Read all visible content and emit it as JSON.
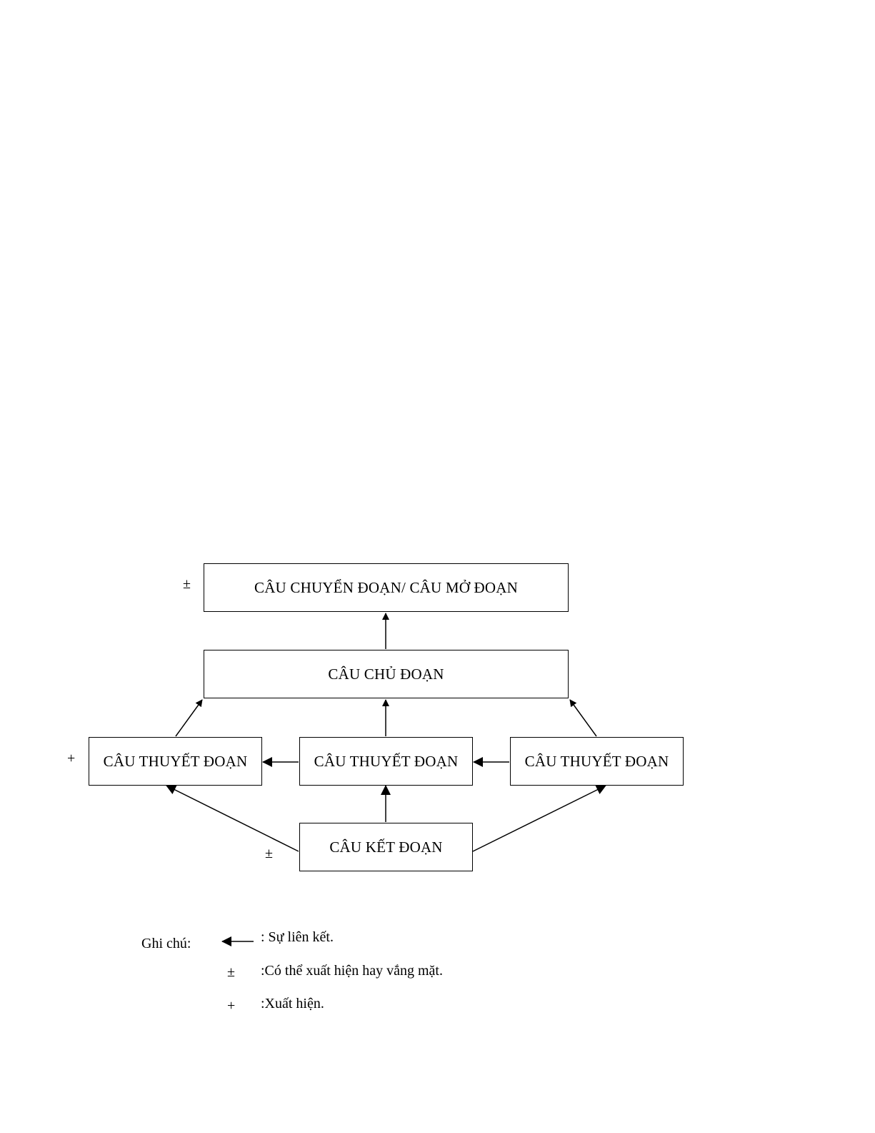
{
  "diagram": {
    "nodes": {
      "transition": "CÂU CHUYỂN ĐOẠN/ CÂU MỞ ĐOẠN",
      "topic": "CÂU CHỦ ĐOẠN",
      "support_left": "CÂU THUYẾT ĐOẠN",
      "support_center": "CÂU THUYẾT ĐOẠN",
      "support_right": "CÂU THUYẾT ĐOẠN",
      "conclusion": "CÂU KẾT ĐOẠN"
    },
    "marks": {
      "transition": "±",
      "support_left": "+",
      "conclusion": "±"
    },
    "edges": [
      {
        "from": "topic",
        "to": "transition"
      },
      {
        "from": "support_left",
        "to": "topic"
      },
      {
        "from": "support_center",
        "to": "topic"
      },
      {
        "from": "support_right",
        "to": "topic"
      },
      {
        "from": "support_center",
        "to": "support_left"
      },
      {
        "from": "support_right",
        "to": "support_center"
      },
      {
        "from": "conclusion",
        "to": "support_left"
      },
      {
        "from": "conclusion",
        "to": "support_center"
      },
      {
        "from": "conclusion",
        "to": "support_right"
      }
    ]
  },
  "legend": {
    "label": "Ghi chú:",
    "items": [
      {
        "symbol": "arrow",
        "text": ": Sự liên kết."
      },
      {
        "symbol": "±",
        "text": ":Có thể xuất hiện hay vắng mặt."
      },
      {
        "symbol": "+",
        "text": ":Xuất hiện."
      }
    ]
  }
}
